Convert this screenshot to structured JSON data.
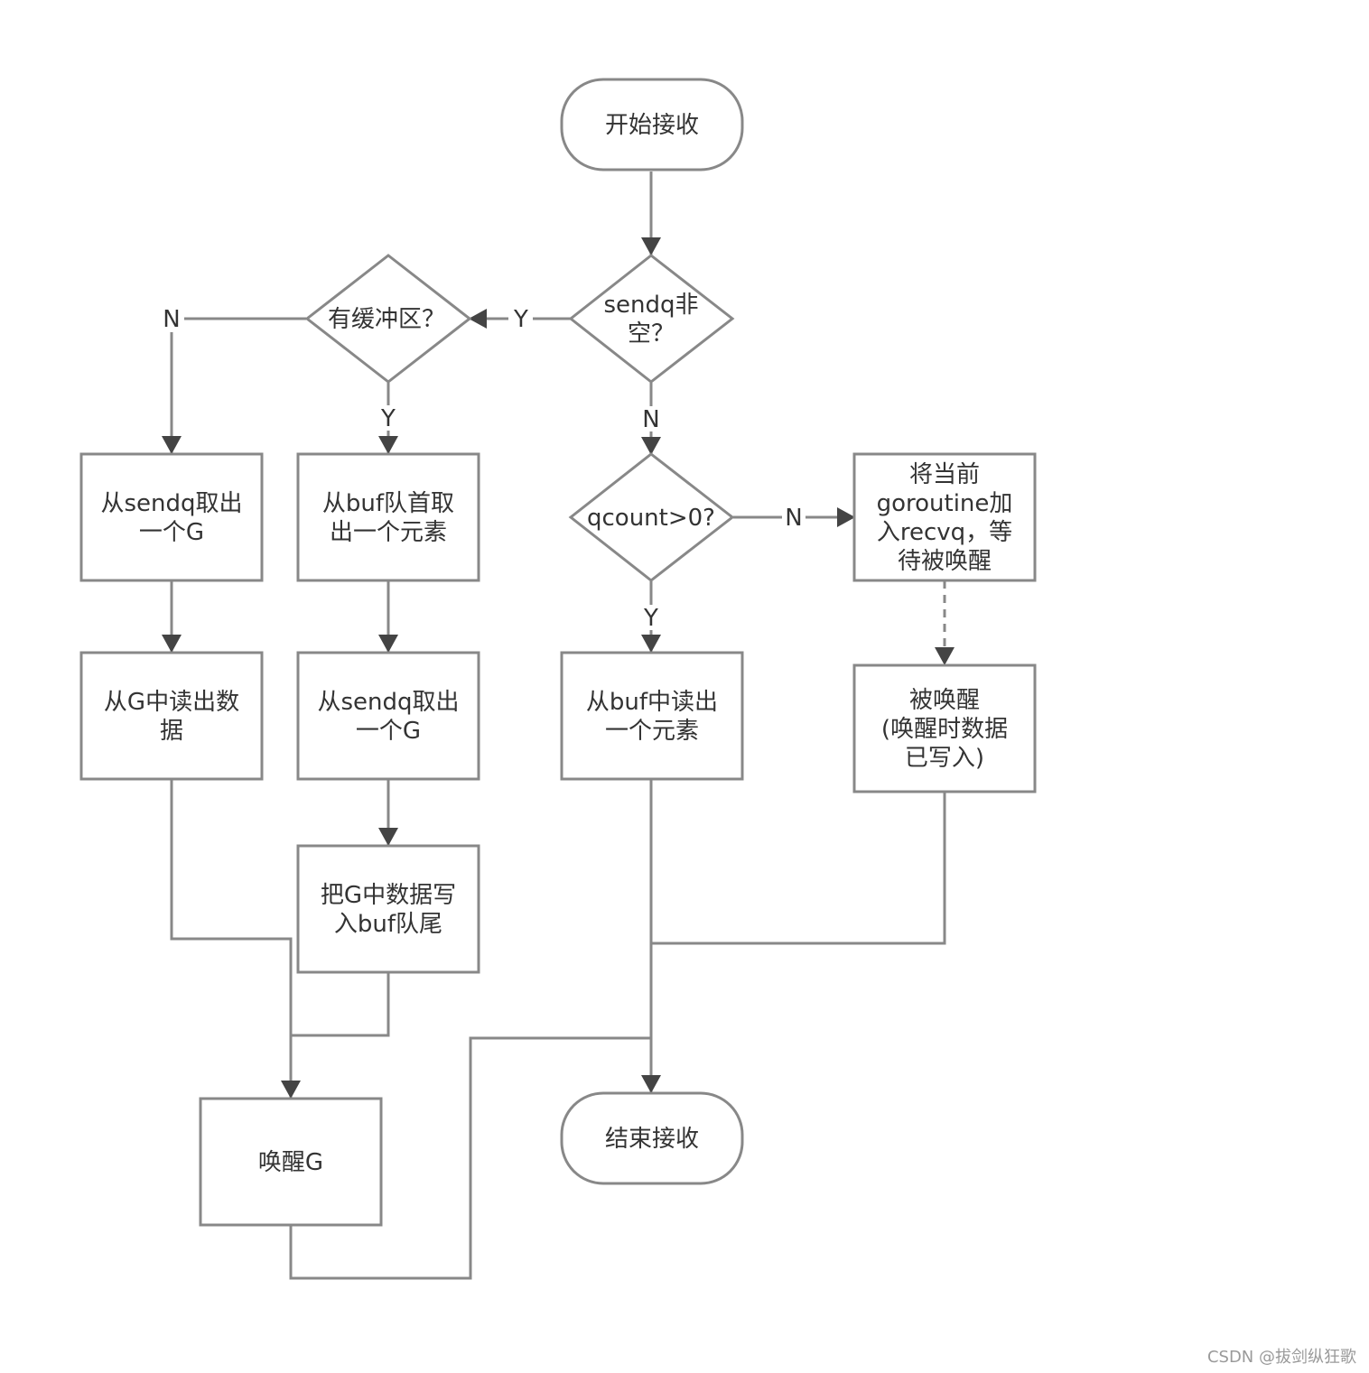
{
  "nodes": {
    "start": [
      "开始接收"
    ],
    "sendq_check": [
      "sendq非",
      "空？"
    ],
    "buffer_check": [
      "有缓冲区？"
    ],
    "qcount_check": [
      "qcount>0?"
    ],
    "take_g_sendq": [
      "从sendq取出",
      "一个G"
    ],
    "take_buf_head": [
      "从buf队首取",
      "出一个元素"
    ],
    "enqueue_recvq": [
      "将当前",
      "goroutine加",
      "入recvq，等",
      "待被唤醒"
    ],
    "read_from_g": [
      "从G中读出数",
      "据"
    ],
    "take_g_sendq2": [
      "从sendq取出",
      "一个G"
    ],
    "read_from_buf": [
      "从buf中读出",
      "一个元素"
    ],
    "woken": [
      "被唤醒",
      "(唤醒时数据",
      "已写入)"
    ],
    "write_buf_tail": [
      "把G中数据写",
      "入buf队尾"
    ],
    "wake_g": [
      "唤醒G"
    ],
    "end": [
      "结束接收"
    ]
  },
  "edge_labels": {
    "sendq_yes": "Y",
    "sendq_no": "N",
    "buffer_no": "N",
    "buffer_yes": "Y",
    "qcount_no": "N",
    "qcount_yes": "Y"
  },
  "watermark": "CSDN @拔剑纵狂歌",
  "colors": {
    "stroke": "#888888",
    "text": "#333333",
    "background": "#ffffff"
  }
}
